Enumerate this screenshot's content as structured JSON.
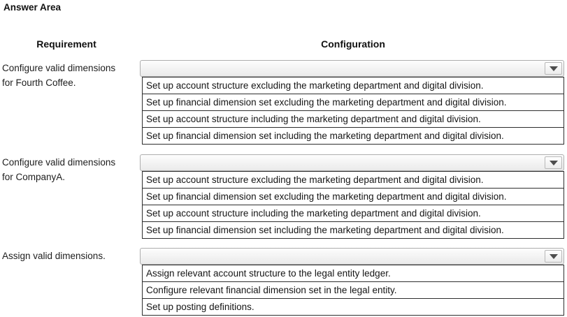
{
  "title": "Answer Area",
  "headers": {
    "requirement": "Requirement",
    "configuration": "Configuration"
  },
  "colors": {
    "background": "#ffffff",
    "text": "#1a1a1a",
    "list_border": "#2e2e2e",
    "dropdown_border": "#aeaeae",
    "dropdown_fill_top": "#fdfdfd",
    "dropdown_fill_bottom": "#eaeaea",
    "arrow_color": "#4d4d4d"
  },
  "icons": {
    "dropdown_arrow": "chevron-down"
  },
  "blocks": [
    {
      "requirement": "Configure valid dimensions for Fourth Coffee.",
      "requirement_lines": [
        "Configure valid dimensions",
        "for Fourth Coffee."
      ],
      "selected_value": "",
      "options": [
        "Set up account structure excluding the marketing department and digital division.",
        "Set up financial dimension set excluding the marketing department and digital division.",
        "Set up account structure including the marketing department and digital division.",
        "Set up financial dimension set including the marketing department and digital division."
      ]
    },
    {
      "requirement": "Configure valid dimensions for CompanyA.",
      "requirement_lines": [
        "Configure valid dimensions",
        "for CompanyA."
      ],
      "selected_value": "",
      "options": [
        "Set up account structure excluding the marketing department and digital division.",
        "Set up financial dimension set excluding the marketing department and digital division.",
        "Set up account structure including the marketing department and digital division.",
        "Set up financial dimension set including the marketing department and digital division."
      ]
    },
    {
      "requirement": "Assign valid dimensions.",
      "requirement_lines": [
        "Assign valid dimensions."
      ],
      "selected_value": "",
      "options": [
        "Assign relevant account structure to the legal entity ledger.",
        "Configure relevant financial dimension set in the legal entity.",
        "Set up posting definitions."
      ]
    }
  ]
}
